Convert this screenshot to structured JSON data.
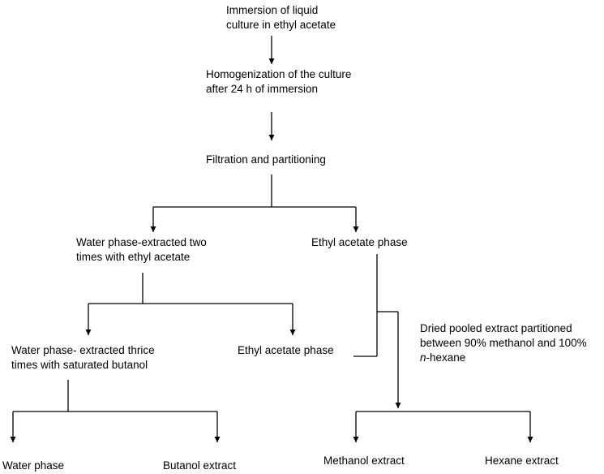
{
  "flowchart": {
    "immersion": [
      "Immersion of liquid",
      "culture in ethyl acetate"
    ],
    "homogenization": [
      "Homogenization  of the culture",
      "after 24 h of immersion"
    ],
    "filtration": "Filtration  and partitioning",
    "water_phase_1": [
      "Water phase-extracted two",
      "times with ethyl acetate"
    ],
    "ethyl_acetate_phase_1": "Ethyl acetate phase",
    "water_phase_2": [
      "Water phase-  extracted thrice",
      "times with saturated butanol"
    ],
    "ethyl_acetate_phase_2": "Ethyl acetate  phase",
    "dried_pooled": {
      "line1": "Dried pooled extract partitioned",
      "line2": "between 90% methanol and 100%",
      "line3_prefix": "n",
      "line3_rest": "-hexane"
    },
    "water_phase_final": "Water phase",
    "butanol_extract": "Butanol extract",
    "methanol_extract": "Methanol extract",
    "hexane_extract": "Hexane extract"
  }
}
